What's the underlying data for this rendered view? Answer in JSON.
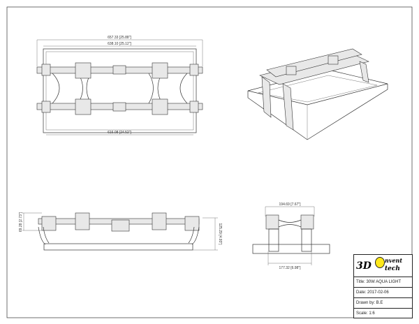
{
  "top_view": {
    "dim_overall": "657.33 [25.88\"]",
    "dim_inner": "638.10 [25.12\"]",
    "dim_bottom": "616.08 [24.52\"]"
  },
  "front_view": {
    "dim_height_left": "69.28 [2.73\"]",
    "dim_height_right": "125.29 [4.93\"]"
  },
  "side_view": {
    "dim_top": "194.69 [7.67\"]",
    "dim_bottom": "177.32 [6.98\"]"
  },
  "title_block": {
    "logo_prefix": "3D",
    "logo_line1": "nvent",
    "logo_line2": "tech",
    "title": "Title: 30W AQUA LIGHT",
    "date": "Date: 2017-02-06",
    "drawn_by": "Drawn by: B.E",
    "scale": "Scale: 1:6"
  }
}
